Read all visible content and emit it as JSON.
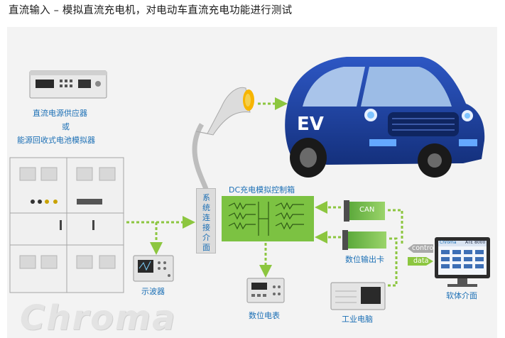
{
  "title": "直流输入 – 模拟直流充电机，对电动车直流充电功能进行测试",
  "logo": "Chroma",
  "labels": {
    "power_supply_line1": "直流电源供应器",
    "power_supply_or": "或",
    "power_supply_line2": "能源回收式电池模拟器",
    "interface": "系统连接介面",
    "control_box": "DC充电模拟控制箱",
    "can_card": "CAN",
    "digital_card": "数位输出卡",
    "oscilloscope": "示波器",
    "multimeter": "数位电表",
    "industrial_pc": "工业电脑",
    "software": "软体介面",
    "control": "control",
    "data": "data",
    "ev_badge": "EV",
    "software_brand": "Chroma",
    "software_model": "ATE 8000"
  },
  "colors": {
    "arrow_green": "#8cc63f",
    "control_box_green": "#7cc242",
    "label_blue": "#1b6fb5",
    "car_blue": "#1f3f9e",
    "charger_yellow": "#f7b500"
  }
}
